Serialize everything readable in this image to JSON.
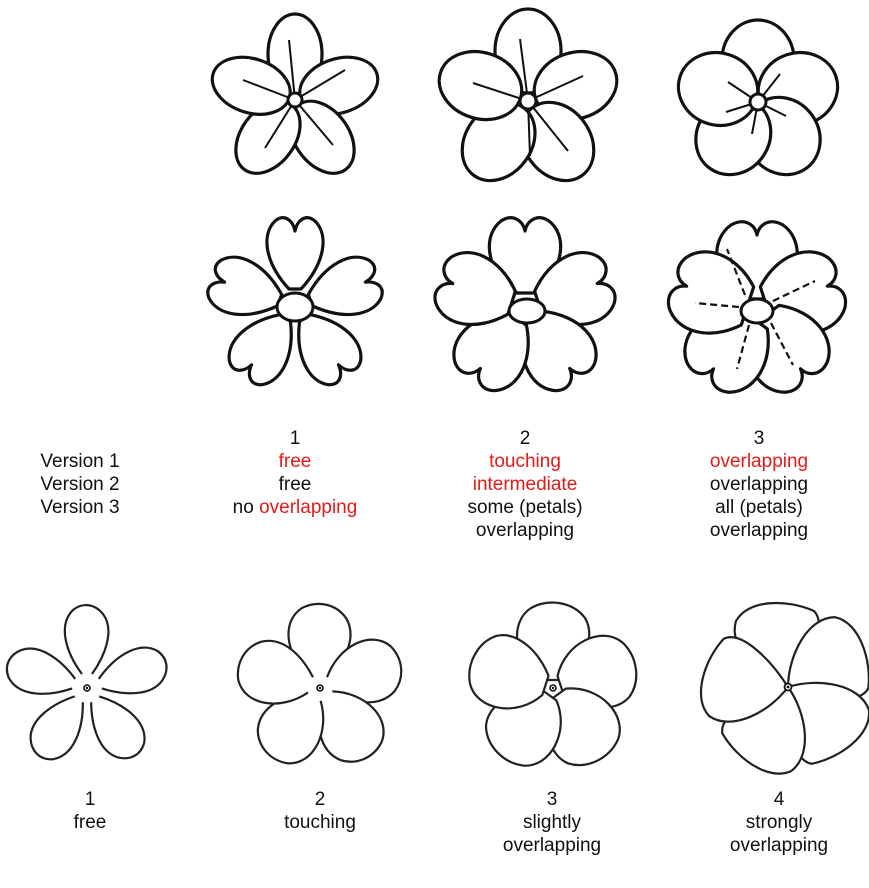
{
  "colors": {
    "highlight": "#e41a1a",
    "ink": "#111111"
  },
  "version_labels": [
    "Version 1",
    "Version 2",
    "Version 3"
  ],
  "middle_columns": [
    {
      "number": "1",
      "v1": "free",
      "v2": "free",
      "v3_prefix": "no",
      "v3_highlight": "overlapping",
      "v3_line2": ""
    },
    {
      "number": "2",
      "v1": "touching",
      "v2": "intermediate",
      "v3_prefix": "",
      "v3_highlight": "",
      "v3_line1": "some (petals)",
      "v3_line2": "overlapping"
    },
    {
      "number": "3",
      "v1": "overlapping",
      "v2": "overlapping",
      "v3_prefix": "",
      "v3_highlight": "",
      "v3_line1": "all (petals)",
      "v3_line2": "overlapping"
    }
  ],
  "bottom_columns": [
    {
      "number": "1",
      "line1": "free",
      "line2": ""
    },
    {
      "number": "2",
      "line1": "touching",
      "line2": ""
    },
    {
      "number": "3",
      "line1": "slightly",
      "line2": "overlapping"
    },
    {
      "number": "4",
      "line1": "strongly",
      "line2": "overlapping"
    }
  ]
}
